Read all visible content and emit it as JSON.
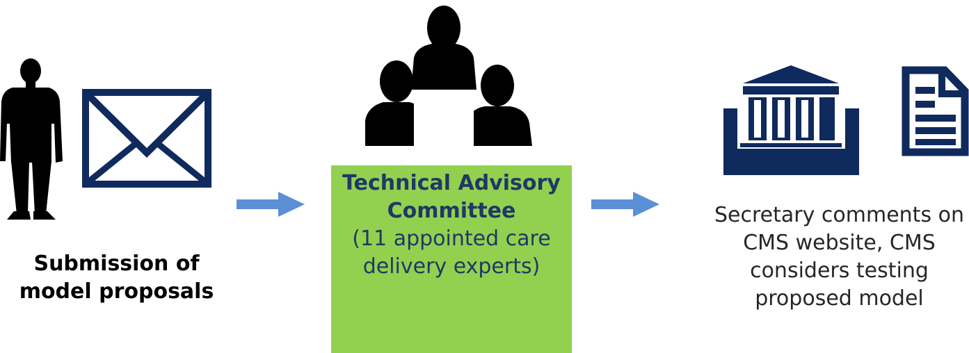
{
  "steps": [
    {
      "label": "Submission of model proposals"
    },
    {
      "title": "Technical Advisory Committee",
      "subtitle": "(11 appointed care delivery experts)"
    },
    {
      "label": "Secretary comments on CMS website, CMS considers testing proposed model"
    }
  ],
  "colors": {
    "navy": "#0f2a5c",
    "arrow_blue": "#5b8fd6",
    "committee_box": "#92d050",
    "committee_text": "#1f3864",
    "silhouette": "#000000"
  },
  "icons": [
    "person-icon",
    "envelope-icon",
    "group-icon",
    "government-building-icon",
    "document-icon",
    "arrow-right-icon"
  ]
}
